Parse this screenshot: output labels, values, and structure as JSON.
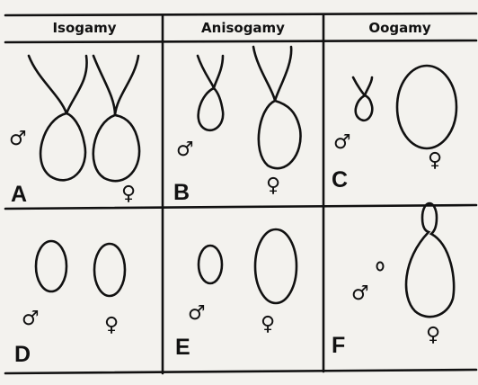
{
  "headers": {
    "isogamy": "Isogamy",
    "anisogamy": "Anisogamy",
    "oogamy": "Oogamy"
  },
  "male_symbol": "♂",
  "female_symbol": "♀",
  "cells": [
    {
      "letter": "A"
    },
    {
      "letter": "B"
    },
    {
      "letter": "C"
    },
    {
      "letter": "D"
    },
    {
      "letter": "E"
    },
    {
      "letter": "F"
    }
  ],
  "colors": {
    "ink": "#111111",
    "paper": "#f3f2ee"
  }
}
